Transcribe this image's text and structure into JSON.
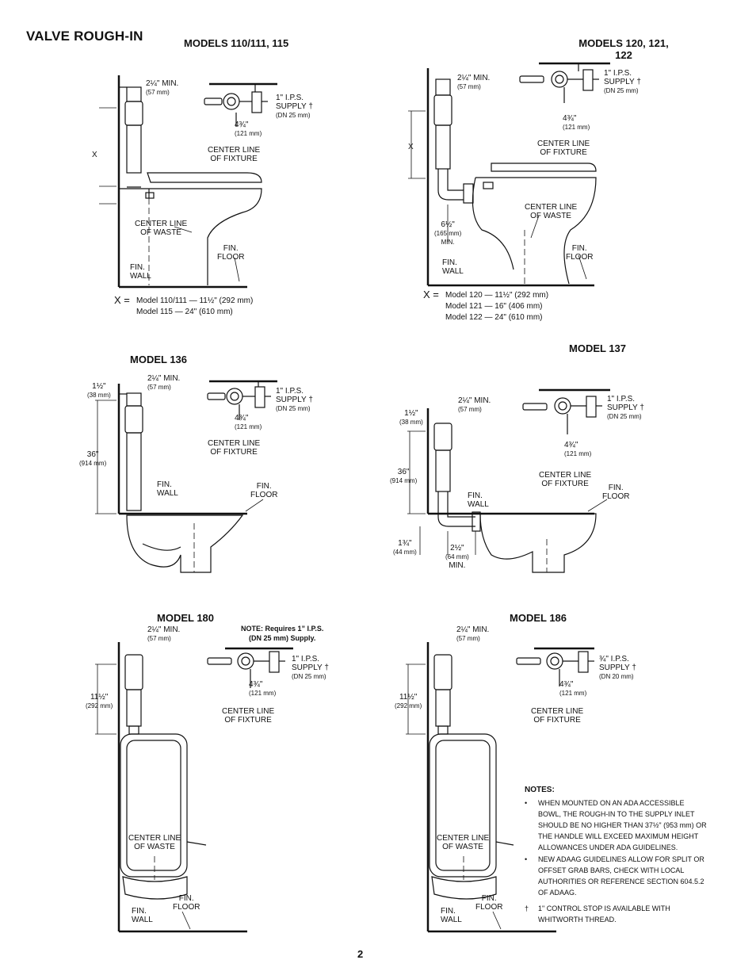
{
  "title": "VALVE ROUGH-IN",
  "page_number": "2",
  "sections": {
    "m110": {
      "title": "MODELS 110/111, 115"
    },
    "m120": {
      "title_line1": "MODELS 120, 121,",
      "title_line2": "122"
    },
    "m136": {
      "title": "MODEL 136"
    },
    "m137": {
      "title": "MODEL 137"
    },
    "m180": {
      "title": "MODEL 180"
    },
    "m186": {
      "title": "MODEL 186"
    }
  },
  "labels": {
    "min_2_25": "2¼\" MIN.",
    "mm_57": "(57 mm)",
    "supply_1": "1\"  I.P.S.",
    "supply_word": "SUPPLY †",
    "supply_3_4": "¾\" I.P.S.",
    "mm_dn25": "(DN  25 mm)",
    "mm_dn20": "(DN 20 mm)",
    "dim_4_75": "4¾\"",
    "mm_121": "(121 mm)",
    "center_fixture_1": "CENTER LINE",
    "center_fixture_2": "OF  FIXTURE",
    "center_waste_1": "CENTER LINE",
    "center_waste_2": "OF  WASTE",
    "fin_floor_1": "FIN.",
    "fin_floor_2": "FLOOR",
    "fin_wall_1": "FIN.",
    "fin_wall_2": "WALL",
    "x": "X",
    "x_eq": "X =",
    "dim_6_5": "6½\"",
    "mm_165": "(165 mm)",
    "min": "MIN.",
    "dim_1_5": "1½\"",
    "mm_38": "(38 mm)",
    "dim_36": "36\"",
    "mm_914": "(914 mm)",
    "dim_1_75": "1¾\"",
    "mm_44": "(44 mm)",
    "dim_2_5": "2½\"",
    "mm_64": "(64 mm)",
    "dim_11_5": "11½\"",
    "mm_292": "(292 mm)"
  },
  "x_values_110": [
    "Model 110/111 — 11½\" (292 mm)",
    "Model 115 — 24\" (610 mm)"
  ],
  "x_values_120": [
    "Model 120 — 11½\" (292 mm)",
    "Model 121 — 16\" (406 mm)",
    "Model 122 — 24\" (610 mm)"
  ],
  "note_180_line1": "NOTE: Requires 1” I.P.S.",
  "note_180_line2": "(DN 25 mm) Supply.",
  "notes": {
    "heading": "NOTES:",
    "bullet": "•",
    "item1": "WHEN MOUNTED ON AN ADA ACCESSIBLE BOWL, THE ROUGH-IN TO THE SUPPLY INLET SHOULD BE NO HIGHER THAN 37½\" (953 mm) OR THE HANDLE WILL EXCEED MAXIMUM HEIGHT ALLOWANCES UNDER ADA GUIDELINES.",
    "item2": "NEW ADAAG GUIDELINES ALLOW FOR SPLIT OR OFFSET GRAB BARS, CHECK WITH LOCAL AUTHORITIES OR REFERENCE SECTION 604.5.2 OF ADAAG.",
    "dagger": "†",
    "dagger_text": "1\" CONTROL STOP IS AVAILABLE WITH WHITWORTH THREAD."
  }
}
